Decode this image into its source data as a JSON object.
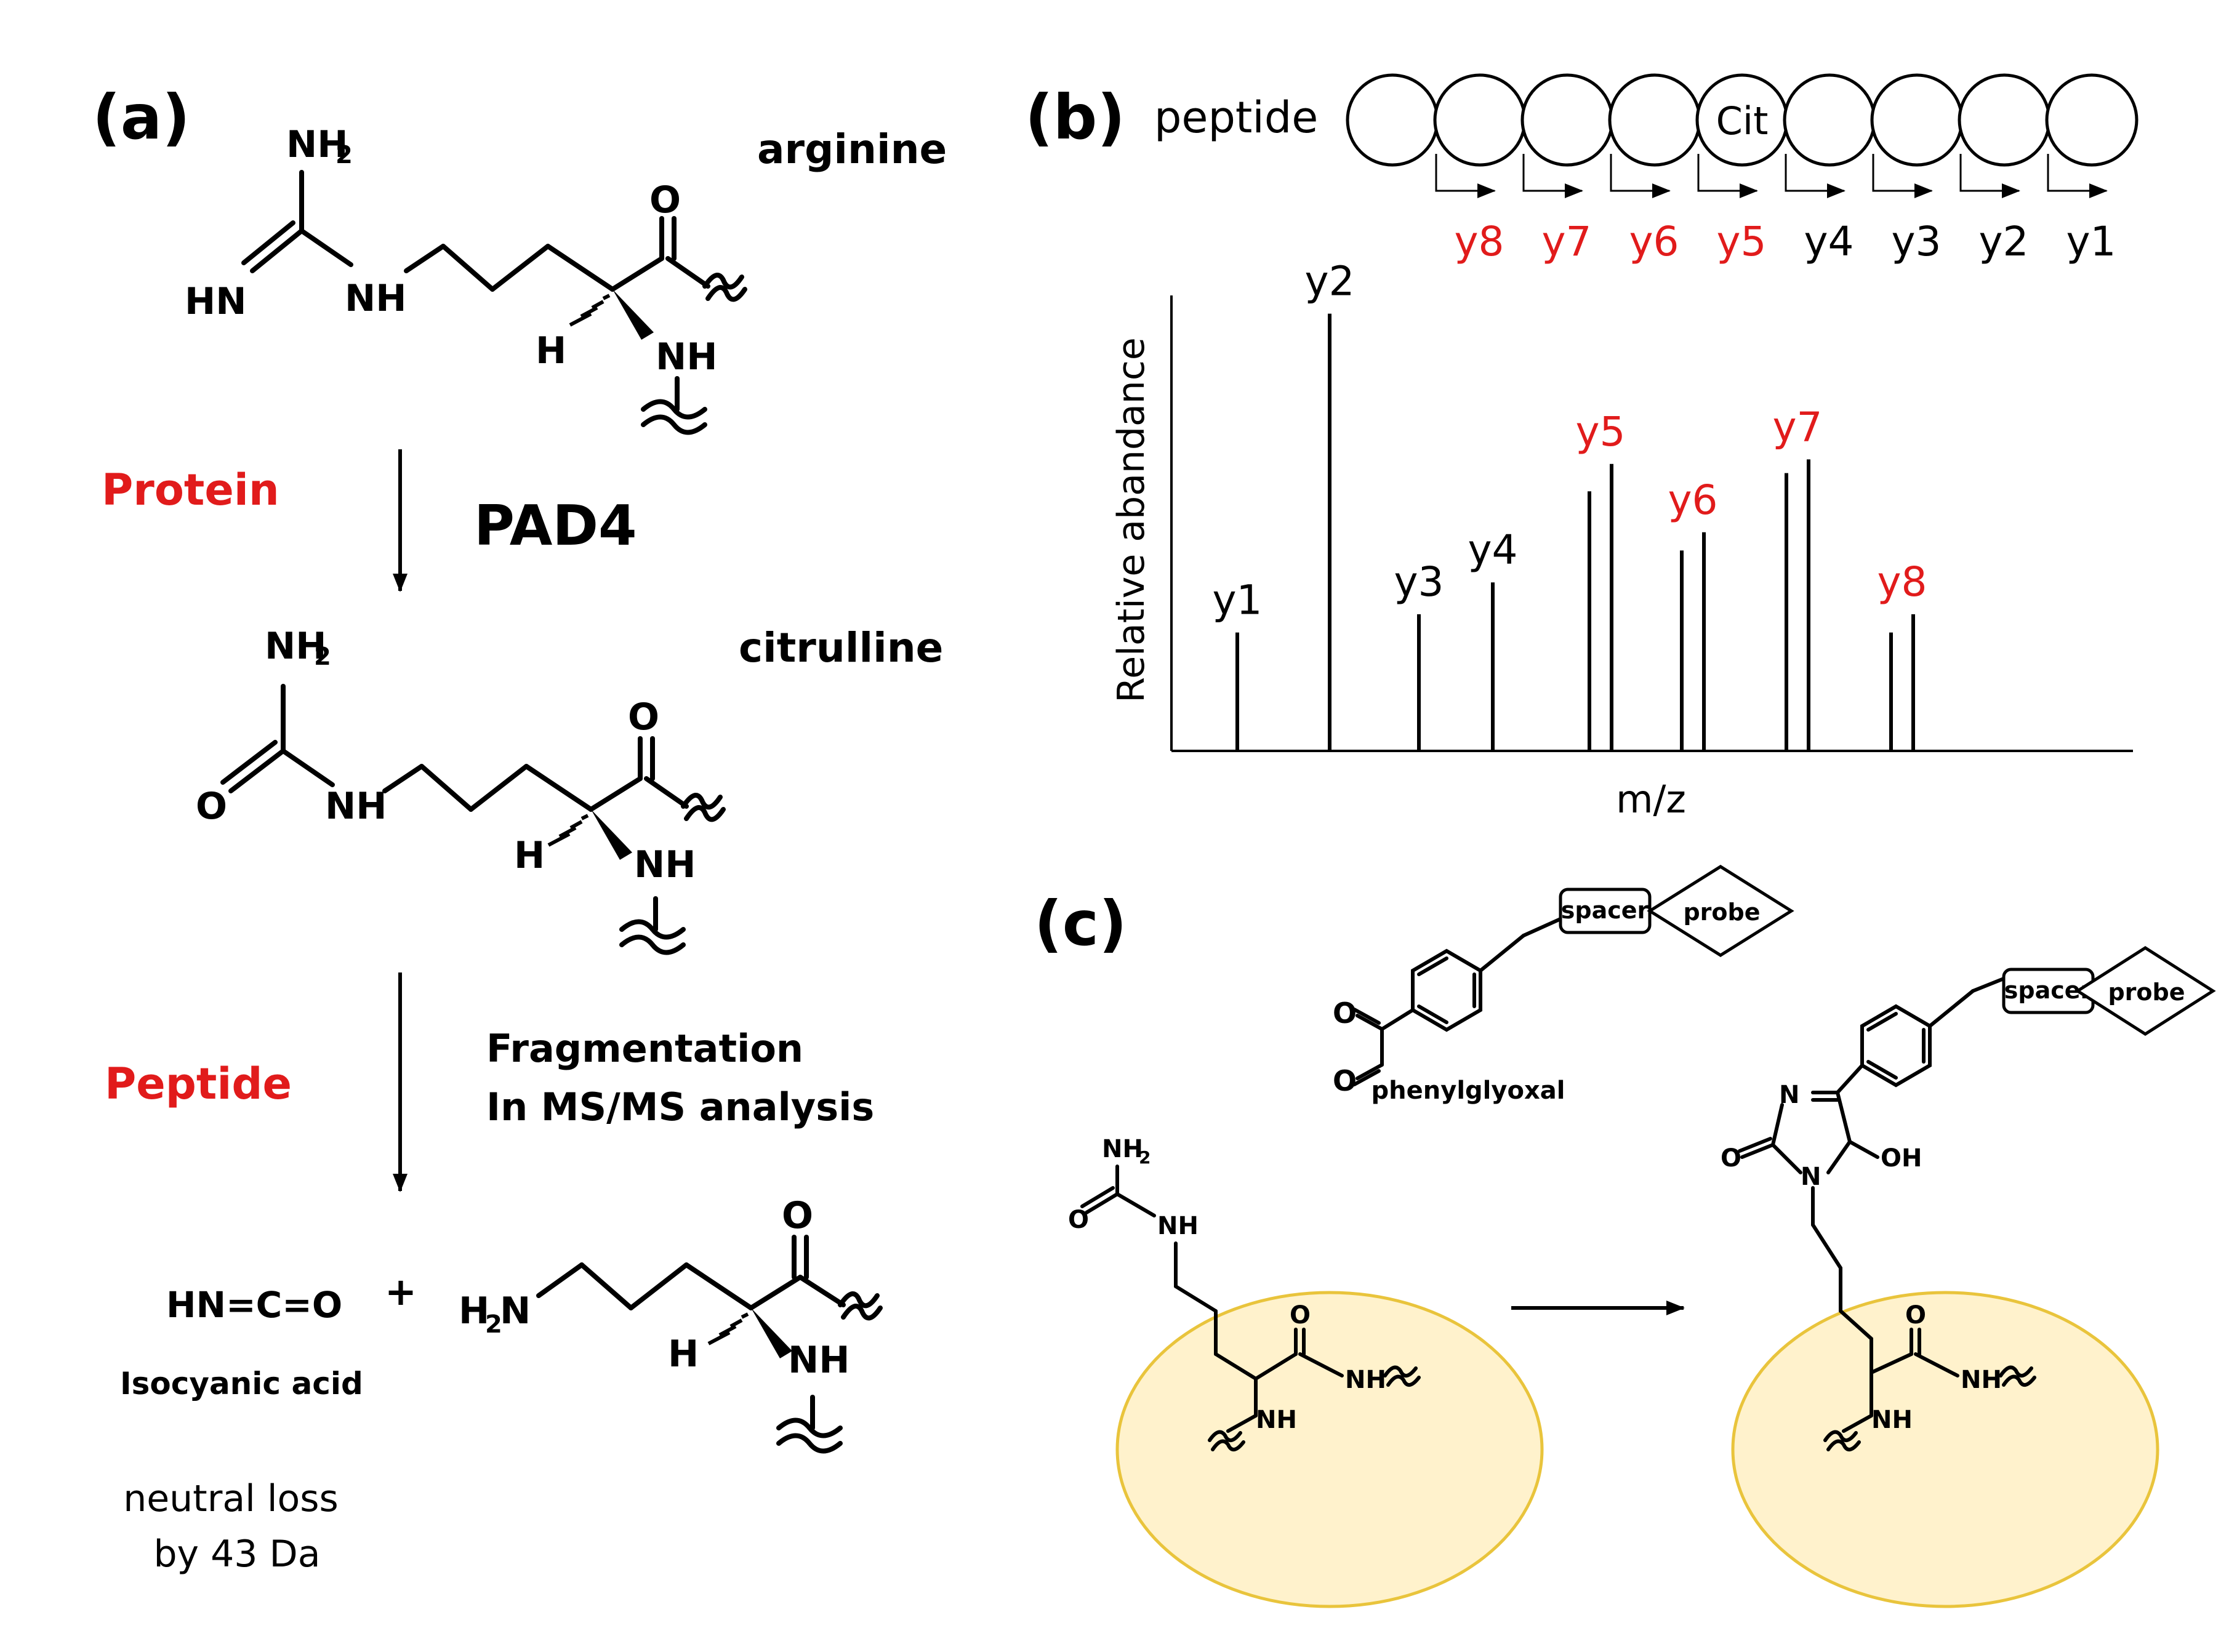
{
  "colors": {
    "accent_red": "#e11b1b",
    "ink": "#000000",
    "ellipse_fill": "#fff2cc",
    "ellipse_stroke": "#e9c43c"
  },
  "panel_a": {
    "label": "(a)",
    "arginine_label": "arginine",
    "citrulline_label": "citrulline",
    "enzyme_label": "PAD4",
    "protein_label": "Protein",
    "peptide_label": "Peptide",
    "fragmentation_line1": "Fragmentation",
    "fragmentation_line2": "In MS/MS analysis",
    "isocyanic_formula": "HN=C=O",
    "plus_sign": "+",
    "isocyanic_name": "Isocyanic acid",
    "neutral_loss_line1": "neutral loss",
    "neutral_loss_line2": "by 43 Da",
    "atoms": {
      "nh2": "NH",
      "sub2": "2",
      "hn": "HN",
      "nh": "NH",
      "o": "O",
      "h": "H",
      "h2n_h": "H",
      "h2n_n": "N"
    }
  },
  "panel_b": {
    "label": "(b)",
    "peptide_label": "peptide",
    "cit_label": "Cit",
    "ion_labels": [
      "y8",
      "y7",
      "y6",
      "y5",
      "y4",
      "y3",
      "y2",
      "y1"
    ],
    "ion_label_red": [
      true,
      true,
      true,
      true,
      false,
      false,
      false,
      false
    ]
  },
  "chart_data": {
    "type": "bar",
    "xlabel": "m/z",
    "ylabel": "Relative  abandance",
    "peaks": [
      {
        "label": "y1",
        "red": false,
        "heights": [
          0.26
        ]
      },
      {
        "label": "y2",
        "red": false,
        "heights": [
          0.96
        ]
      },
      {
        "label": "y3",
        "red": false,
        "heights": [
          0.3
        ]
      },
      {
        "label": "y4",
        "red": false,
        "heights": [
          0.37
        ]
      },
      {
        "label": "y5",
        "red": true,
        "heights": [
          0.57,
          0.63
        ]
      },
      {
        "label": "y6",
        "red": true,
        "heights": [
          0.44,
          0.48
        ]
      },
      {
        "label": "y7",
        "red": true,
        "heights": [
          0.61,
          0.64
        ]
      },
      {
        "label": "y8",
        "red": true,
        "heights": [
          0.26,
          0.3
        ]
      }
    ]
  },
  "panel_c": {
    "label": "(c)",
    "spacer_label": "spacer",
    "probe_label": "probe",
    "phenylglyoxal_label": "phenylglyoxal",
    "atoms": {
      "nh2": "NH",
      "sub2": "2",
      "nh": "NH",
      "o": "O",
      "n": "N",
      "oh": "OH"
    }
  }
}
